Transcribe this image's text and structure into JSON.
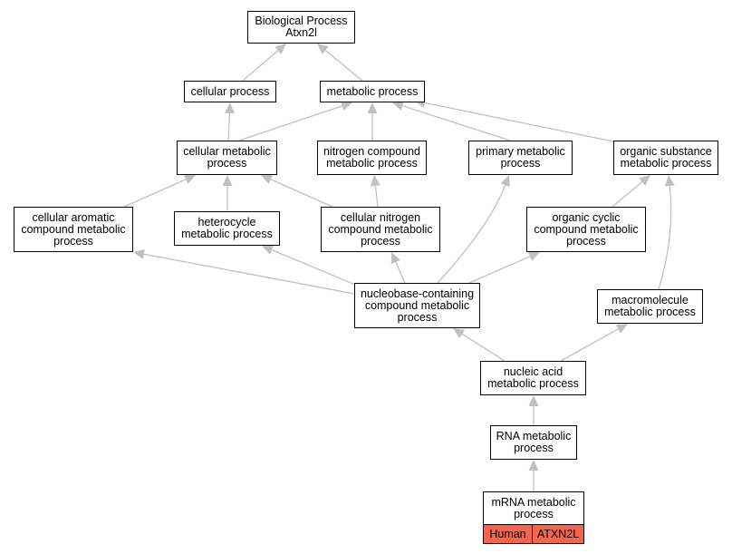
{
  "nodes": {
    "bp": "Biological Process\nAtxn2l",
    "cellular_process": "cellular process",
    "metabolic_process": "metabolic process",
    "cellular_metabolic": "cellular metabolic\nprocess",
    "nitrogen_compound": "nitrogen compound\nmetabolic process",
    "primary_metabolic": "primary metabolic\nprocess",
    "organic_substance": "organic substance\nmetabolic process",
    "cellular_aromatic": "cellular aromatic\ncompound metabolic\nprocess",
    "heterocycle": "heterocycle\nmetabolic process",
    "cellular_nitrogen": "cellular nitrogen\ncompound metabolic\nprocess",
    "organic_cyclic": "organic cyclic\ncompound metabolic\nprocess",
    "nucleobase": "nucleobase-containing\ncompound metabolic\nprocess",
    "macromolecule": "macromolecule\nmetabolic process",
    "nucleic_acid": "nucleic acid\nmetabolic process",
    "rna_metabolic": "RNA metabolic\nprocess",
    "mrna_metabolic": "mRNA metabolic\nprocess"
  },
  "annotation": {
    "species": "Human",
    "gene": "ATXN2L"
  },
  "colors": {
    "edge": "#c0c0c0",
    "annotation_fill": "#f26650"
  }
}
